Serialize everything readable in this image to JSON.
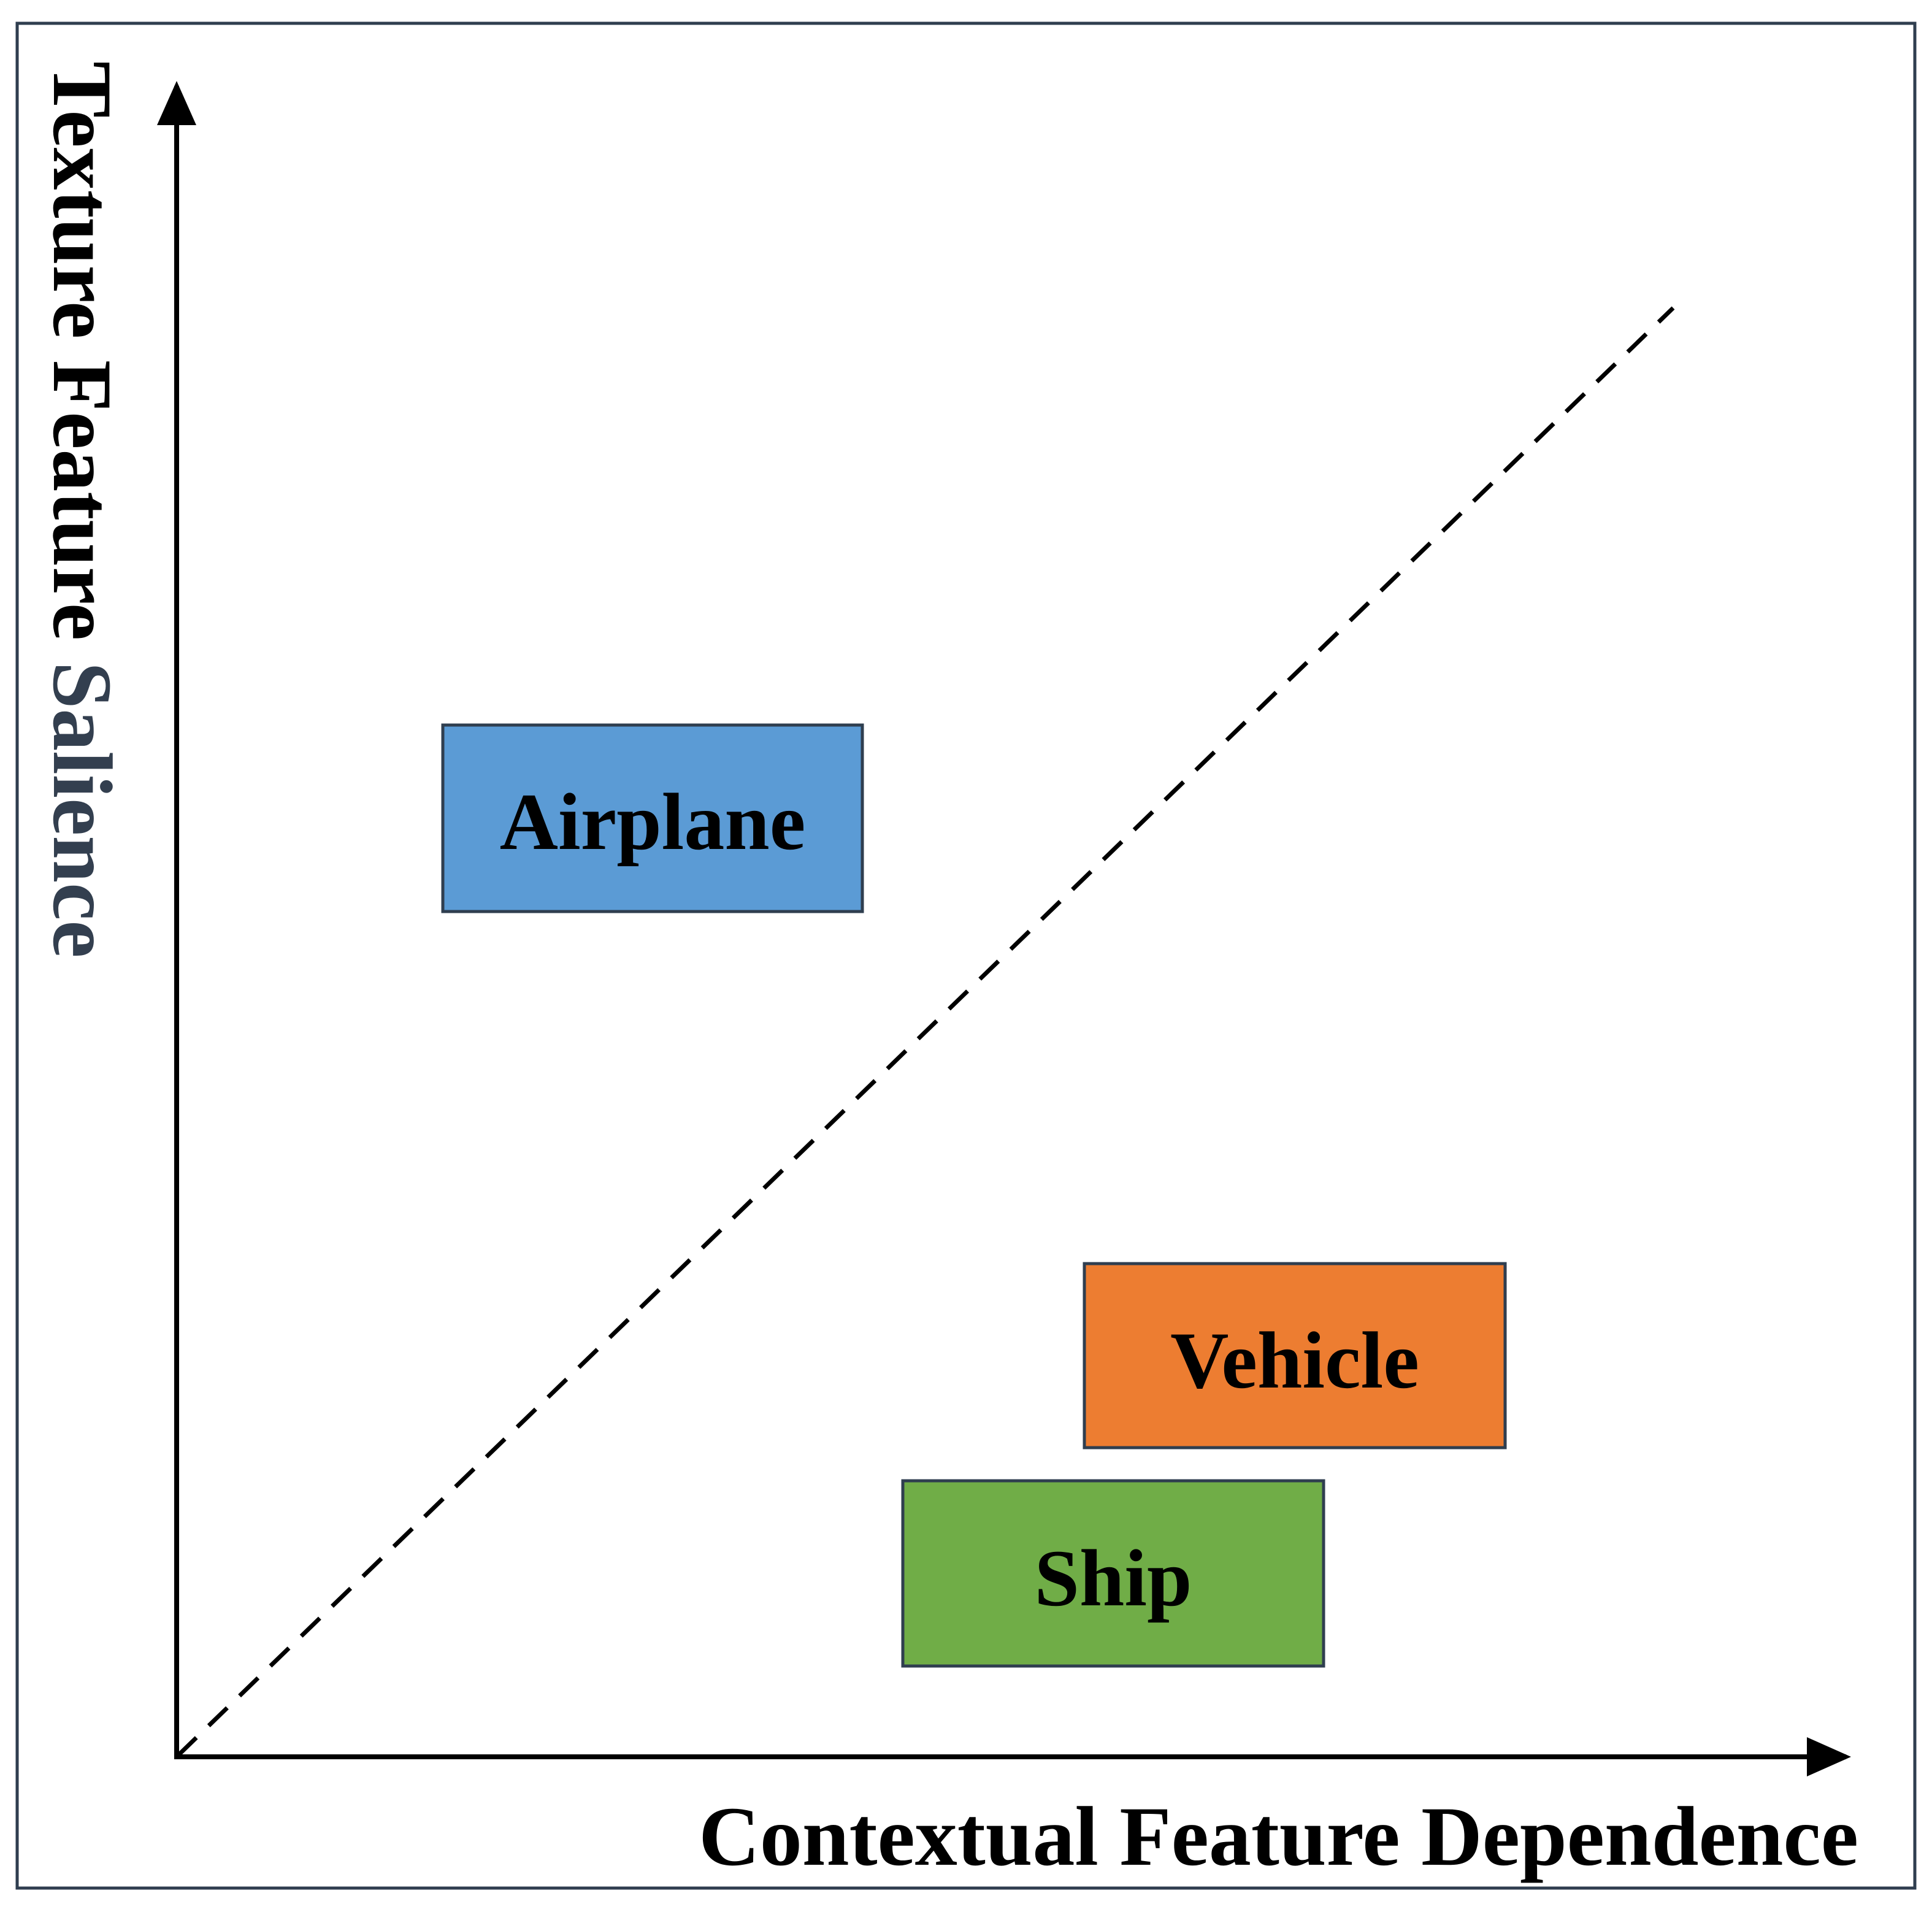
{
  "diagram": {
    "x_axis_label": "Contextual Feature Dependence",
    "y_axis_label": {
      "part1": "Texture Feature ",
      "part2": "Salience"
    },
    "categories": [
      {
        "id": "airplane",
        "label": "Airplane",
        "fill": "#5B9BD5"
      },
      {
        "id": "vehicle",
        "label": "Vehicle",
        "fill": "#ED7D31"
      },
      {
        "id": "ship",
        "label": "Ship",
        "fill": "#70AD47"
      }
    ],
    "colors": {
      "frame": "#2F3E4F",
      "box_border": "#2F3E4F",
      "axis": "#000000",
      "y_label_secondary": "#333F4F"
    }
  }
}
